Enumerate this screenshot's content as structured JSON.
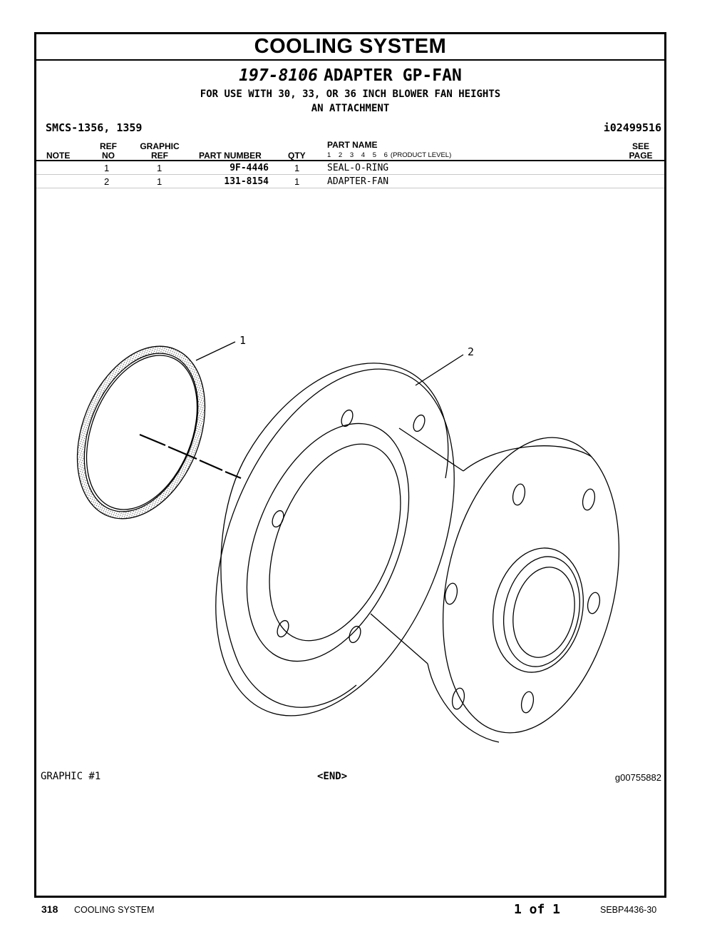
{
  "section_title": "COOLING SYSTEM",
  "group": {
    "part_number": "197-8106",
    "name": "ADAPTER GP-FAN",
    "subtitle_1": "FOR USE WITH 30, 33, OR 36 INCH BLOWER FAN HEIGHTS",
    "subtitle_2": "AN ATTACHMENT"
  },
  "smcs": "SMCS-1356, 1359",
  "info_ref": "i02499516",
  "table": {
    "headers": {
      "note": "NOTE",
      "ref_top": "REF",
      "ref_bottom": "NO",
      "graphic_top": "GRAPHIC",
      "graphic_bottom": "REF",
      "part_number": "PART NUMBER",
      "qty": "QTY",
      "part_name": "PART NAME",
      "levels": "1 2 3 4 5 6",
      "product_level": "(PRODUCT LEVEL)",
      "see_top": "SEE",
      "see_bottom": "PAGE"
    },
    "rows": [
      {
        "note": "",
        "ref_no": "1",
        "graphic_ref": "1",
        "part_number": "9F-4446",
        "qty": "1",
        "part_name": "SEAL-O-RING",
        "see_page": ""
      },
      {
        "note": "",
        "ref_no": "2",
        "graphic_ref": "1",
        "part_number": "131-8154",
        "qty": "1",
        "part_name": "ADAPTER-FAN",
        "see_page": ""
      }
    ]
  },
  "callouts": {
    "c1": "1",
    "c2": "2"
  },
  "graphic_label": "GRAPHIC #1",
  "end_marker": "<END>",
  "graphic_id": "g00755882",
  "footer": {
    "page_number": "318",
    "section": "COOLING SYSTEM",
    "page_of": "1 of 1",
    "doc_id": "SEBP4436-30"
  }
}
